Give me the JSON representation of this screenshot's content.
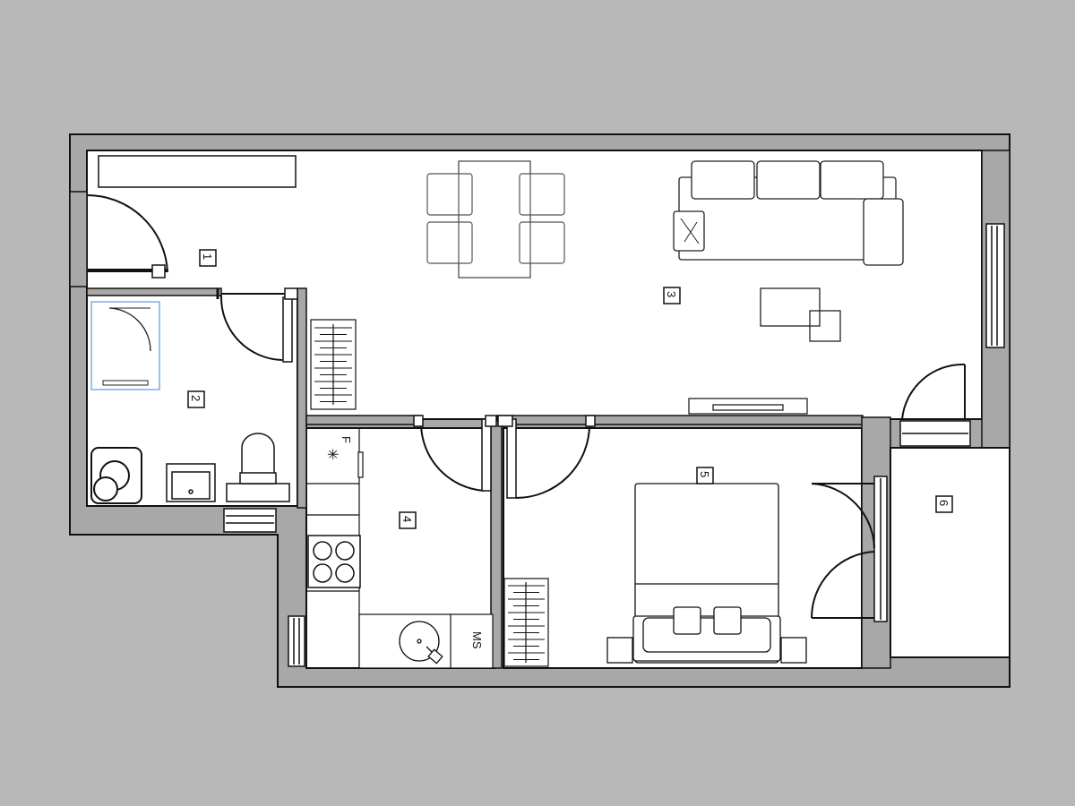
{
  "colors": {
    "background": "#b8b8b8",
    "wall": "#a8a8a8",
    "floor": "#ffffff",
    "line": "#111111",
    "furniture": "#666666",
    "selected_outline": "#7aaee0"
  },
  "rooms": [
    {
      "number": "1"
    },
    {
      "number": "2"
    },
    {
      "number": "3"
    },
    {
      "number": "4"
    },
    {
      "number": "5"
    },
    {
      "number": "6"
    }
  ],
  "kitchen": {
    "fridge_letter": "F",
    "fridge_symbol": "✳",
    "appliance_label": "MS"
  }
}
